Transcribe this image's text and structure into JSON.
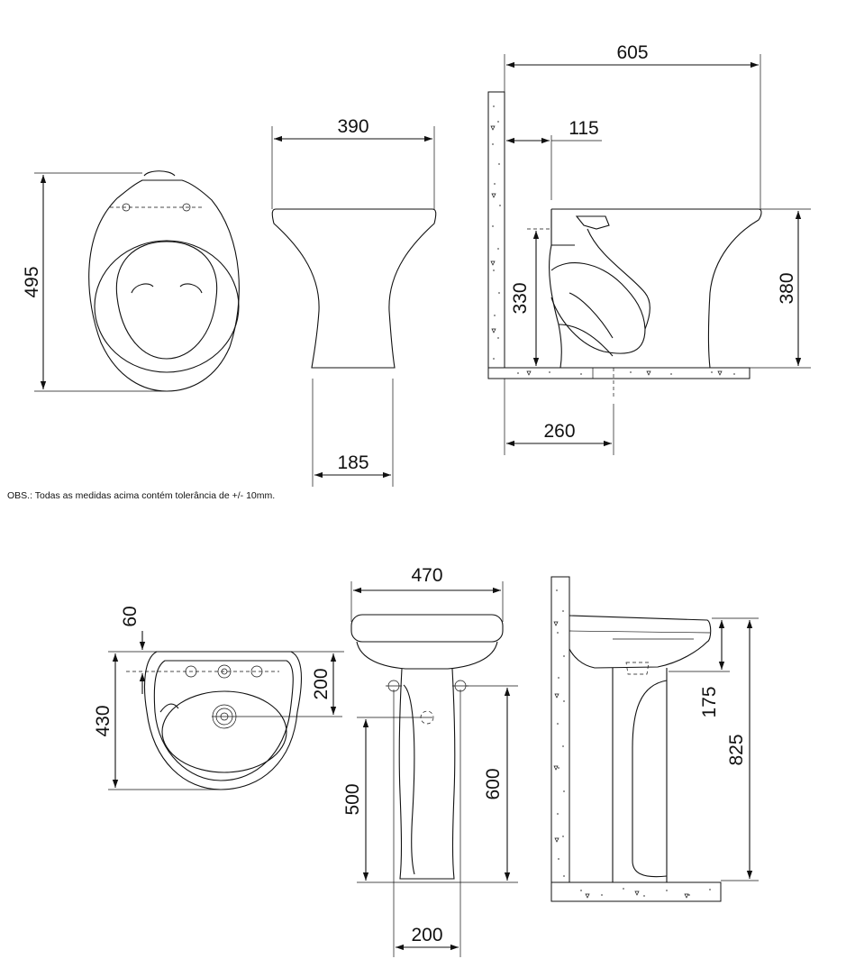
{
  "note": "OBS.: Todas as medidas acima contém tolerância de +/- 10mm.",
  "toilet": {
    "top_view": {
      "depth": "495"
    },
    "front_view": {
      "top_width": "390",
      "base_width": "185"
    },
    "side_view": {
      "total_depth": "605",
      "wall_offset": "115",
      "height_inlet": "330",
      "height_total": "380",
      "drain_distance": "260"
    }
  },
  "basin": {
    "top_view": {
      "faucet_offset": "60",
      "depth": "430",
      "hole_offset": "200"
    },
    "front_view": {
      "width": "470",
      "drain_height": "500",
      "fixing_height": "600",
      "pedestal_width": "200"
    },
    "side_view": {
      "bowl_height": "175",
      "total_height": "825"
    }
  },
  "colors": {
    "ink": "#111111",
    "background": "#ffffff"
  }
}
